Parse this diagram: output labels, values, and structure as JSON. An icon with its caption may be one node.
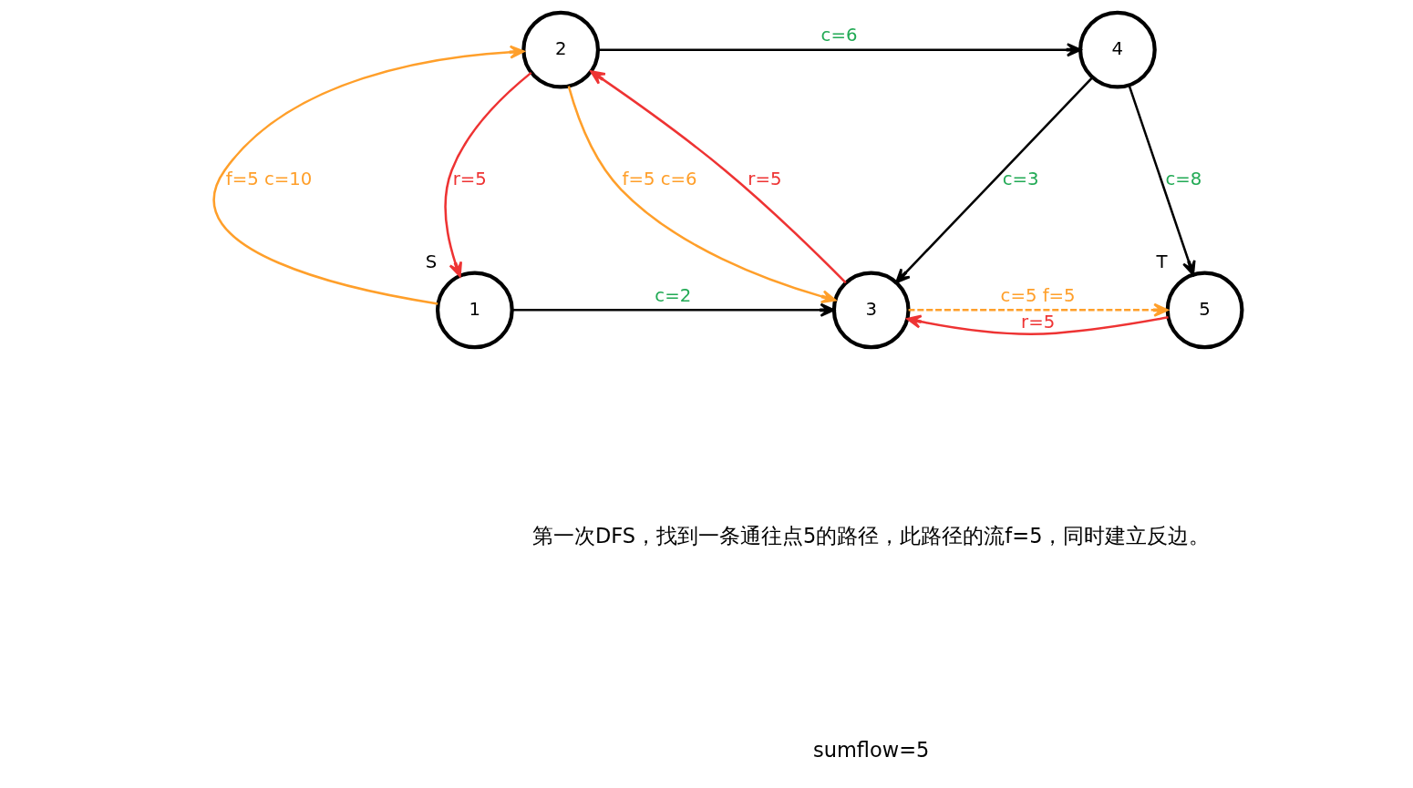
{
  "diagram": {
    "nodes": [
      {
        "text": [
          "1"
        ],
        "beside": [
          "S"
        ]
      },
      {
        "text": [
          "2"
        ]
      },
      {
        "text": [
          "3"
        ]
      },
      {
        "text": [
          "4"
        ]
      },
      {
        "text": [
          "5"
        ],
        "beside": [
          "T"
        ]
      }
    ],
    "edges": [
      {
        "from": 0,
        "to": 1,
        "arrow": "to",
        "label": "f=5 c=10",
        "color": "#ff9f2a"
      },
      {
        "from": 1,
        "to": 0,
        "arrow": "to",
        "label": "r=5",
        "color": "#ee3333"
      },
      {
        "from": 0,
        "to": 2,
        "arrow": "to",
        "label": "c=2"
      },
      {
        "from": 1,
        "to": 3,
        "arrow": "to",
        "label": "c=6"
      },
      {
        "from": 1,
        "to": 2,
        "arrow": "to",
        "label": "f=5 c=6",
        "color": "#ff9f2a"
      },
      {
        "from": 2,
        "to": 1,
        "arrow": "to",
        "label": "r=5",
        "color": "#ee3333"
      },
      {
        "from": 3,
        "to": 2,
        "arrow": "to",
        "label": "c=3"
      },
      {
        "from": 3,
        "to": 4,
        "arrow": "to",
        "label": "c=8"
      },
      {
        "from": 2,
        "to": 4,
        "arrow": "to",
        "label": "c=5 f=5",
        "style": "dashed",
        "color": "#ff9f2a"
      },
      {
        "from": 4,
        "to": 2,
        "arrow": "to",
        "label": "r=5",
        "color": "#ee3333"
      }
    ],
    "labels": [
      "第一次DFS，找到一条通往点5的路径，此路径的流f=5，同时建立反边。",
      "sumflow=5"
    ]
  }
}
